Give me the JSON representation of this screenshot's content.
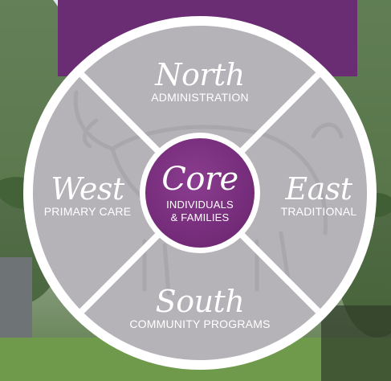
{
  "colors": {
    "segment_fill": "#b5b3b8",
    "segment_border": "#ffffff",
    "core_fill": "#7b2f7f",
    "purple_banner": "#6a2c73",
    "text": "#ffffff"
  },
  "segments": {
    "north": {
      "title": "North",
      "subtitle": "ADMINISTRATION"
    },
    "east": {
      "title": "East",
      "subtitle": "TRADITIONAL"
    },
    "south": {
      "title": "South",
      "subtitle": "COMMUNITY PROGRAMS"
    },
    "west": {
      "title": "West",
      "subtitle": "PRIMARY CARE"
    }
  },
  "core": {
    "title": "Core",
    "subtitle_line1": "INDIVIDUALS",
    "subtitle_line2": "& FAMILIES"
  }
}
